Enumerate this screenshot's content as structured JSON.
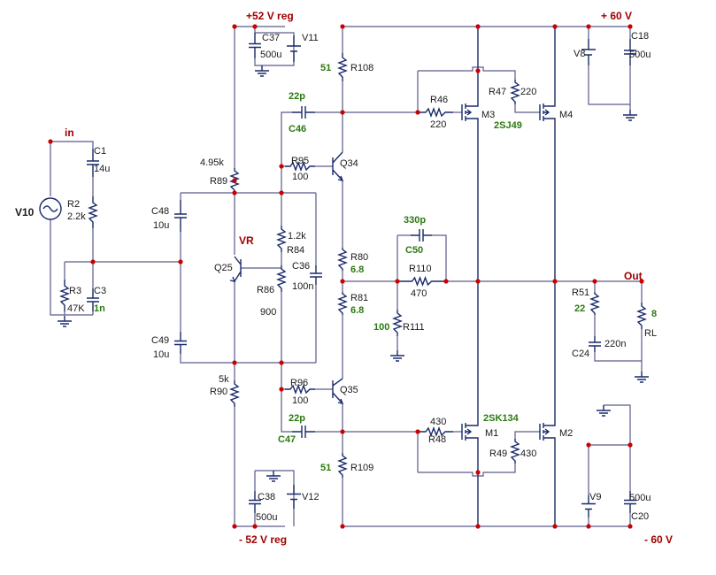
{
  "rails": {
    "pos_reg": "+52 V reg",
    "neg_reg": "- 52 V reg",
    "pos_main": "+ 60 V",
    "neg_main": "- 60 V"
  },
  "nets": {
    "input": "in",
    "output": "Out"
  },
  "sources": {
    "v10": "V10",
    "v11": "V11",
    "v12": "V12",
    "v8": "V8",
    "v9": "V9"
  },
  "vr": "VR",
  "components": {
    "c1": {
      "ref": "C1",
      "value": "14u"
    },
    "r2": {
      "ref": "R2",
      "value": "2.2k"
    },
    "r3": {
      "ref": "R3",
      "value": "47K"
    },
    "c3": {
      "ref": "C3",
      "value": "1n"
    },
    "c37": {
      "ref": "C37",
      "value": "500u"
    },
    "c38": {
      "ref": "C38",
      "value": "500u"
    },
    "c48": {
      "ref": "C48",
      "value": "10u"
    },
    "c49": {
      "ref": "C49",
      "value": "10u"
    },
    "r89": {
      "ref": "R89",
      "value": "4.95k"
    },
    "r90": {
      "ref": "R90",
      "value": "5k"
    },
    "q25": {
      "ref": "Q25"
    },
    "r84": {
      "ref": "R84",
      "value": "1.2k"
    },
    "r86": {
      "ref": "R86",
      "value": "900"
    },
    "c36": {
      "ref": "C36",
      "value": "100n"
    },
    "r95": {
      "ref": "R95",
      "value": "100"
    },
    "r96": {
      "ref": "R96",
      "value": "100"
    },
    "q34": {
      "ref": "Q34"
    },
    "q35": {
      "ref": "Q35"
    },
    "c46": {
      "ref": "C46",
      "value": "22p"
    },
    "c47": {
      "ref": "C47",
      "value": "22p"
    },
    "r108": {
      "ref": "R108",
      "value": "51"
    },
    "r109": {
      "ref": "R109",
      "value": "51"
    },
    "r80": {
      "ref": "R80",
      "value": "6.8"
    },
    "r81": {
      "ref": "R81",
      "value": "6.8"
    },
    "c50": {
      "ref": "C50",
      "value": "330p"
    },
    "r110": {
      "ref": "R110",
      "value": "470"
    },
    "r111": {
      "ref": "R111",
      "value": "100"
    },
    "r46": {
      "ref": "R46",
      "value": "220"
    },
    "r47": {
      "ref": "R47",
      "value": "220"
    },
    "r48": {
      "ref": "R48",
      "value": "430"
    },
    "r49": {
      "ref": "R49",
      "value": "430"
    },
    "m3": {
      "ref": "M3"
    },
    "m4": {
      "ref": "M4"
    },
    "m1": {
      "ref": "M1"
    },
    "m2": {
      "ref": "M2"
    },
    "p_type": "2SJ49",
    "n_type": "2SK134",
    "c18": {
      "ref": "C18",
      "value": "500u"
    },
    "c20": {
      "ref": "C20",
      "value": "500u"
    },
    "r51": {
      "ref": "R51",
      "value": "22"
    },
    "c24": {
      "ref": "C24",
      "value": "220n"
    },
    "rl": {
      "ref": "RL",
      "value": "8"
    }
  }
}
